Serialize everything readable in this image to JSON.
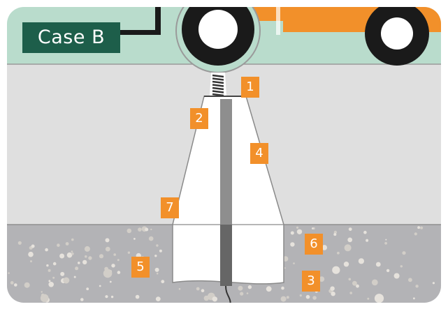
{
  "case_label": "Case B",
  "colors": {
    "sky": "#b9dccc",
    "road": "#dfdfdf",
    "gravel": "#b3b3b6",
    "truck": "#f2902a",
    "wheel": "#1a1a1a",
    "label_bg": "#1d5e4a",
    "badge_bg": "#f2902a"
  },
  "badges": [
    "1",
    "2",
    "4",
    "7",
    "6",
    "5",
    "3"
  ],
  "icons": [
    "truck-wheel-icon",
    "spring-icon",
    "concrete-block-icon",
    "rod-icon",
    "cable-icon"
  ]
}
